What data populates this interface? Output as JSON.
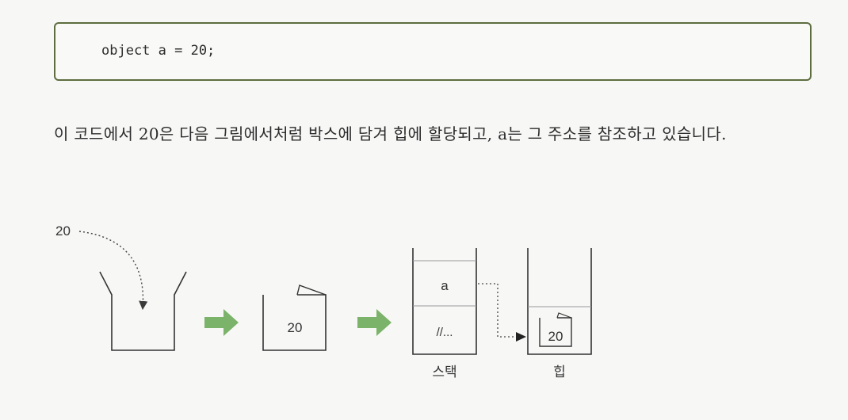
{
  "code": {
    "line": "object a = 20;"
  },
  "paragraph": {
    "text": "이 코드에서 20은 다음 그림에서처럼 박스에 담겨 힙에 할당되고, a는 그 주소를 참조하고 있습니다."
  },
  "diagram": {
    "value_label": "20",
    "box_value": "20",
    "stack_var": "a",
    "stack_comment": "//...",
    "heap_value": "20",
    "stack_caption": "스택",
    "heap_caption": "힙"
  },
  "colors": {
    "border": "#5d6d3f",
    "arrow": "#7bb36a",
    "dark_arrow": "#3a3a3a"
  }
}
